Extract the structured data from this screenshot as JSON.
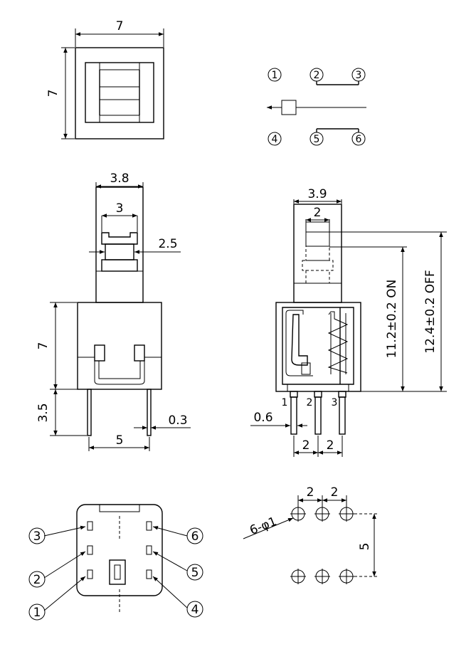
{
  "top_view": {
    "width_dim": "7",
    "height_dim": "7"
  },
  "schematic": {
    "terminals": [
      "1",
      "2",
      "3",
      "4",
      "5",
      "6"
    ]
  },
  "front_view": {
    "button_width": "3.8",
    "button_inner": "3",
    "button_step": "2.5",
    "body_height": "7",
    "pin_length": "3.5",
    "pin_pitch": "5",
    "pin_thickness": "0.3"
  },
  "side_view": {
    "width": "3.9",
    "button_width": "2",
    "on_height": "11.2±0.2 ON",
    "off_height": "12.4±0.2  OFF",
    "pin_width": "0.6",
    "pitch_a": "2",
    "pitch_b": "2",
    "pins": [
      "1",
      "2",
      "3"
    ]
  },
  "bottom_view": {
    "terminals": [
      "3",
      "2",
      "1",
      "6",
      "5",
      "4"
    ]
  },
  "pcb_layout": {
    "pitch_a": "2",
    "pitch_b": "2",
    "holes": "6-φ1",
    "row_spacing": "5"
  }
}
